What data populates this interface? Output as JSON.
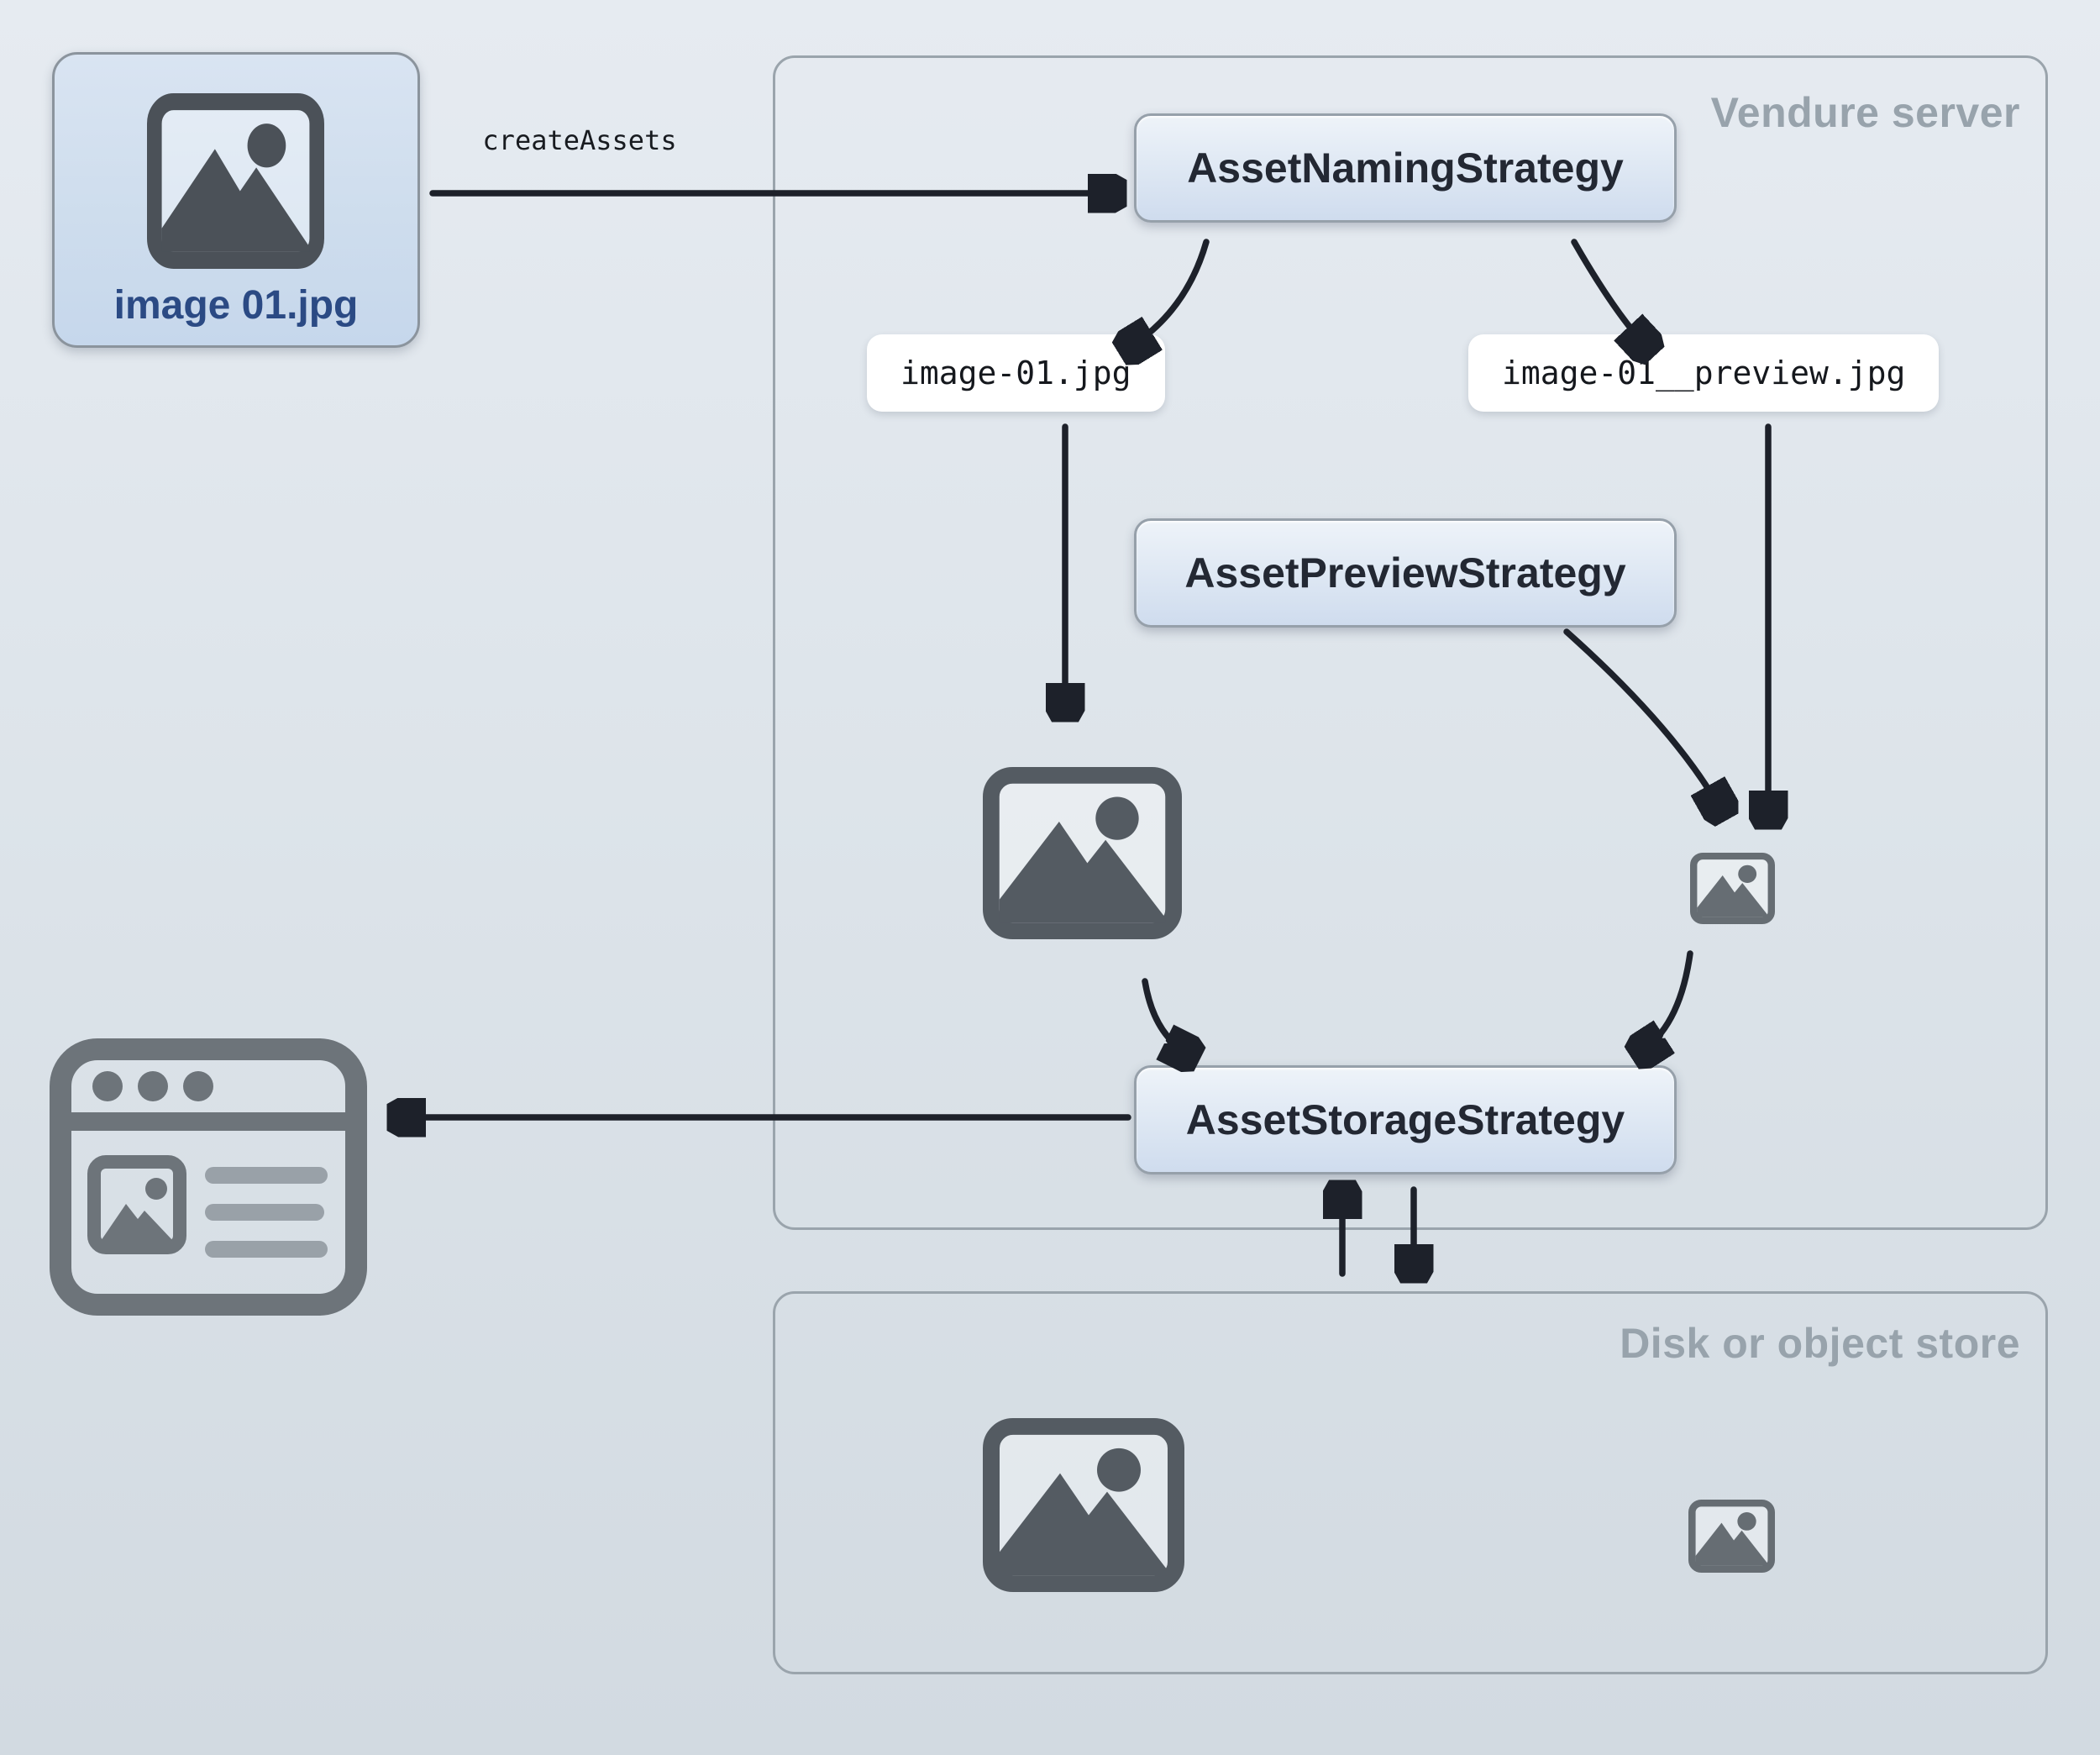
{
  "upload": {
    "source_file_label": "image 01.jpg",
    "create_assets_label": "createAssets"
  },
  "server": {
    "title": "Vendure server",
    "naming_strategy_label": "AssetNamingStrategy",
    "preview_strategy_label": "AssetPreviewStrategy",
    "storage_strategy_label": "AssetStorageStrategy",
    "source_file_name": "image-01.jpg",
    "preview_file_name": "image-01__preview.jpg"
  },
  "disk_store": {
    "title": "Disk or object store"
  },
  "icons": {
    "source_image": "picture-icon",
    "stored_source_image": "picture-icon-large",
    "stored_preview_image": "picture-icon-small",
    "disk_source_image": "picture-icon-large",
    "disk_preview_image": "picture-icon-small",
    "storefront": "browser-window-icon"
  },
  "colors": {
    "background_top": "#e6ebf1",
    "background_bottom": "#d2dae1",
    "container_border": "#9aa4ac",
    "container_label": "#98a3ac",
    "strategy_box_top": "#eef3f9",
    "strategy_box_bottom": "#cfdcee",
    "strategy_box_text": "#232833",
    "file_card_fill": "#cedded",
    "file_card_text": "#2b4a84",
    "chip_background": "#ffffff",
    "chip_text": "#15181d",
    "arrow": "#1d212a",
    "icon_large": "#545b62",
    "icon_small": "#666d73",
    "browser_icon": "#6d747a"
  }
}
